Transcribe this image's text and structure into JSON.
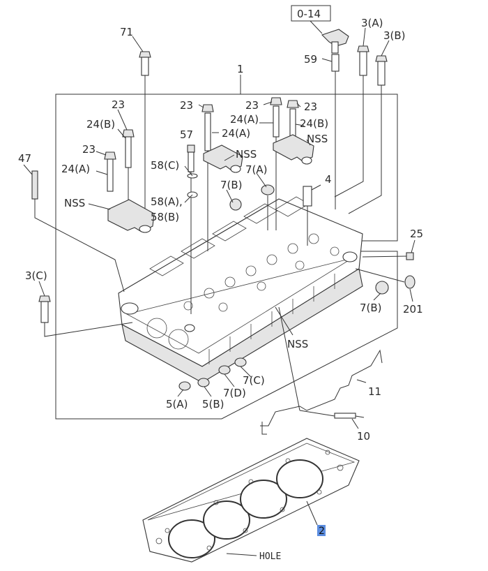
{
  "ref_box": "0-14",
  "callouts": {
    "c1": "1",
    "c2": "2",
    "c3a": "3(A)",
    "c3b": "3(B)",
    "c3c": "3(C)",
    "c4": "4",
    "c5a": "5(A)",
    "c5b": "5(B)",
    "c7a": "7(A)",
    "c7b_left": "7(B)",
    "c7b_right": "7(B)",
    "c7c": "7(C)",
    "c7d": "7(D)",
    "c10": "10",
    "c11": "11",
    "c23_a": "23",
    "c23_b": "23",
    "c23_c": "23",
    "c23_d": "23",
    "c23_e": "23",
    "c24a_left": "24(A)",
    "c24b_left": "24(B)",
    "c24a_mid": "24(A)",
    "c24a_right": "24(A)",
    "c24b_right": "24(B)",
    "c25": "25",
    "c47": "47",
    "c57": "57",
    "c58a": "58(A),",
    "c58b": "58(B)",
    "c58c": "58(C)",
    "c59": "59",
    "c71": "71",
    "c201": "201",
    "nss_left": "NSS",
    "nss_mid": "NSS",
    "nss_right": "NSS",
    "nss_bottom": "NSS",
    "hole": "HOLE"
  }
}
